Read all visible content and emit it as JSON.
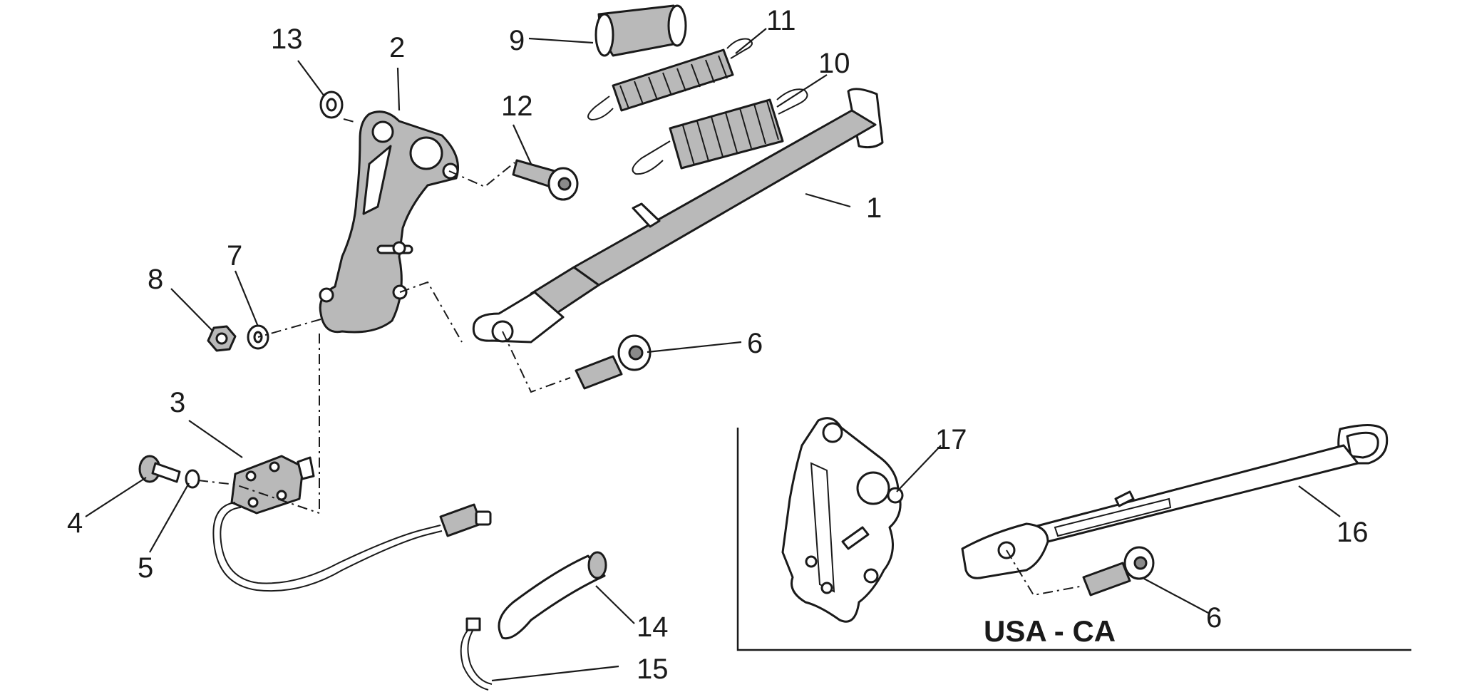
{
  "diagram": {
    "region_label": "USA - CA",
    "callouts": {
      "p1": "1",
      "p2": "2",
      "p3": "3",
      "p4": "4",
      "p5": "5",
      "p6a": "6",
      "p6b": "6",
      "p7": "7",
      "p8": "8",
      "p9": "9",
      "p10": "10",
      "p11": "11",
      "p12": "12",
      "p13": "13",
      "p14": "14",
      "p15": "15",
      "p16": "16",
      "p17": "17"
    }
  }
}
